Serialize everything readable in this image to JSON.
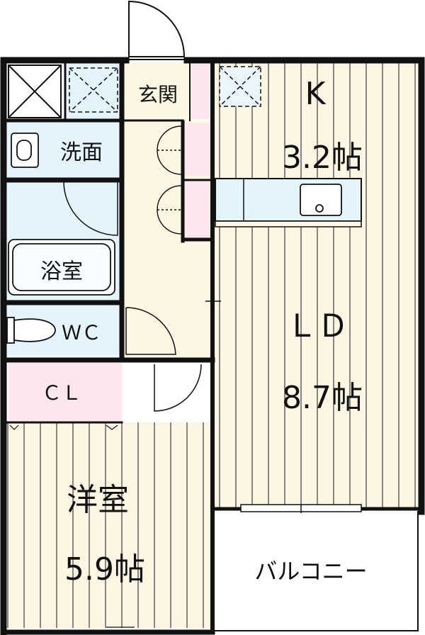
{
  "rooms": {
    "entrance": "玄関",
    "washroom": "洗面",
    "bath": "浴室",
    "toilet": "ＷＣ",
    "closet": "ＣＬ",
    "kitchen_name": "K",
    "kitchen_size": "3.2帖",
    "living_name": "ＬＤ",
    "living_size": "8.7帖",
    "western_name": "洋室",
    "western_size": "5.9帖",
    "balcony": "バルコニー"
  },
  "colors": {
    "floor_wood": "#fdf6e3",
    "wet_area": "#e4f4fb",
    "closet": "#fde6ec",
    "wall": "#111111"
  },
  "icons": [
    "window-x-icon",
    "storage-x-icon",
    "sink-icon",
    "bathtub-icon",
    "toilet-icon",
    "kitchen-sink-icon",
    "door-swing-icon"
  ]
}
